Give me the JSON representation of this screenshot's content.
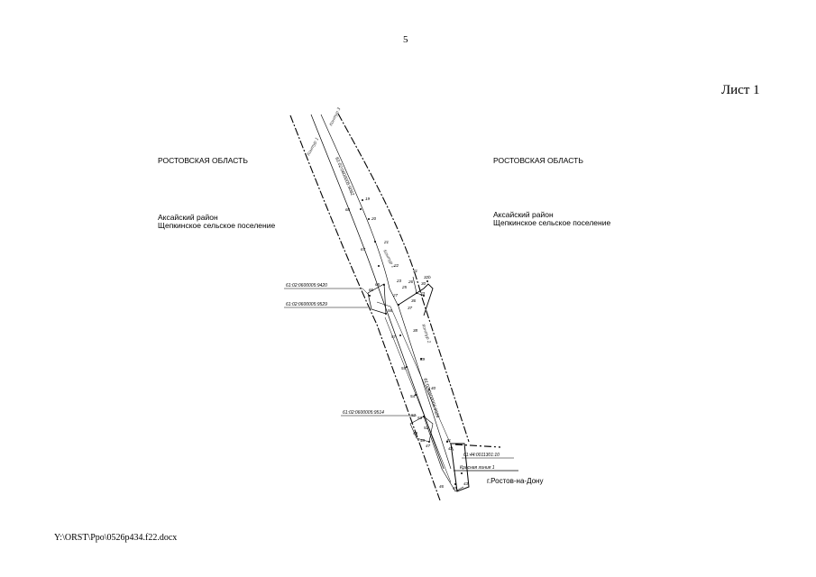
{
  "page": {
    "number": "5",
    "sheet_label": "Лист 1",
    "footer_path": "Y:\\ORST\\Ppo\\0526p434.f22.docx"
  },
  "regions": {
    "left_oblast": "РОСТОВСКАЯ ОБЛАСТЬ",
    "right_oblast": "РОСТОВСКАЯ ОБЛАСТЬ",
    "left_district": "Аксайский район",
    "left_settlement": "Щепкинское сельское поселение",
    "right_district": "Аксайский район",
    "right_settlement": "Щепкинское сельское поселение",
    "city": "г.Ростов-на-Дону"
  },
  "cadastral_labels": {
    "parcel_9420": "61:02:0600005:9420",
    "parcel_9529": "61:02:0600005:9529",
    "parcel_9514": "61:02:0600005:9514",
    "parcel_city": "61:44:0011301:10",
    "red_line": "Красная линия 1",
    "strip_upper": "61:02:0600005:9062",
    "strip_lower": "61:02:0600005:9526"
  },
  "contours": {
    "c1_upper": "Контур 1",
    "c3": "Контур 3",
    "c1_mid": "Контур 1",
    "c2": "Контур 2"
  },
  "points": {
    "p19": "19",
    "p20": "20",
    "p21": "21",
    "p22": "22",
    "p23": "23",
    "p25": "25",
    "p26": "26",
    "p27": "27",
    "p31": "31",
    "p32": "32b",
    "p30": "30",
    "p33": "33",
    "p36": "36",
    "p37": "37",
    "p38": "38",
    "p39": "39",
    "p40": "40",
    "p41": "41",
    "p42": "42",
    "p43": "43",
    "p45": "45",
    "p46": "46",
    "p47": "47",
    "p48": "48",
    "p49": "49",
    "p51": "51",
    "p52": "52",
    "p53": "53",
    "p54": "54",
    "p55": "55",
    "p56": "56",
    "p57": "57",
    "p65": "65",
    "p66": "66",
    "p67": "67",
    "p68": "68"
  }
}
